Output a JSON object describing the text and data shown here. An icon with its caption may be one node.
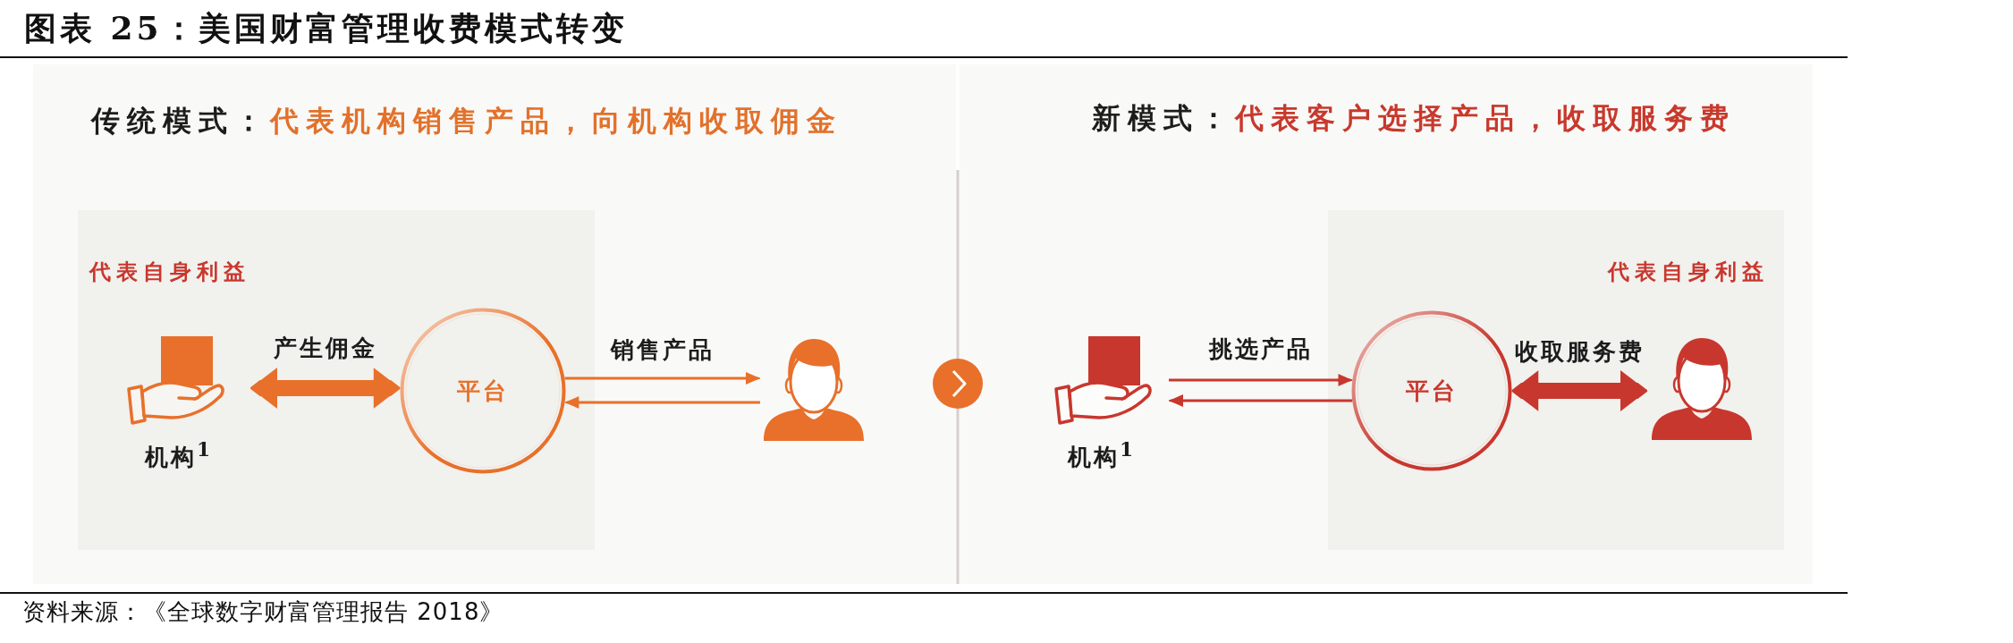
{
  "diagram": {
    "title": "图表 25：美国财富管理收费模式转变",
    "caption": "资料来源：《全球数字财富管理报告 2018》",
    "nodes": [
      {
        "text": [
          "传统模式：",
          "代表机构销售产品，向机构收取佣金"
        ]
      },
      {
        "text": [
          "代表自身利益"
        ],
        "in": 0
      },
      {
        "text": [
          "机构$^{1}$"
        ],
        "in": 1
      },
      {
        "text": [
          "平台"
        ],
        "in": 1
      },
      {
        "text": [],
        "shape": "person",
        "in": 0
      },
      {
        "text": [
          "新模式：",
          "代表客户选择产品，收取服务费"
        ]
      },
      {
        "text": [
          "机构$^{1}$"
        ],
        "in": 5
      },
      {
        "text": [
          "代表自身利益"
        ],
        "in": 5
      },
      {
        "text": [
          "平台"
        ],
        "in": 7
      },
      {
        "text": [],
        "shape": "person",
        "in": 7
      }
    ],
    "edges": [
      {
        "from": 2,
        "to": 3,
        "arrow": "both",
        "label": "产生佣金",
        "style": "thick"
      },
      {
        "from": 3,
        "to": 4,
        "arrow": "to",
        "label": "销售产品"
      },
      {
        "from": 4,
        "to": 3,
        "arrow": "to"
      },
      {
        "from": 0,
        "to": 5,
        "arrow": "to"
      },
      {
        "from": 6,
        "to": 8,
        "arrow": "to",
        "label": "挑选产品",
        "color": "#c8372d"
      },
      {
        "from": 8,
        "to": 6,
        "arrow": "to",
        "color": "#c8372d"
      },
      {
        "from": 8,
        "to": 9,
        "arrow": "both",
        "label": "收取服务费",
        "style": "thick",
        "color": "#c8372d"
      }
    ]
  }
}
